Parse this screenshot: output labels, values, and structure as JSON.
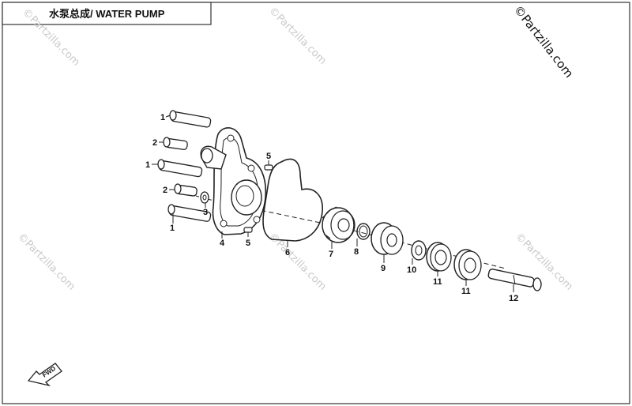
{
  "title": "水泵总成/ WATER PUMP",
  "brand": "©Partzilla.com",
  "watermark": "©Partzilla.com",
  "fwd_label": "FWD",
  "parts": [
    {
      "id": "part-1a",
      "num": "1",
      "name": "bolt"
    },
    {
      "id": "part-2a",
      "num": "2",
      "name": "bolt"
    },
    {
      "id": "part-1b",
      "num": "1",
      "name": "bolt"
    },
    {
      "id": "part-2b",
      "num": "2",
      "name": "bolt"
    },
    {
      "id": "part-1c",
      "num": "1",
      "name": "bolt"
    },
    {
      "id": "part-3",
      "num": "3",
      "name": "washer"
    },
    {
      "id": "part-4",
      "num": "4",
      "name": "pump-cover"
    },
    {
      "id": "part-5a",
      "num": "5",
      "name": "dowel-pin"
    },
    {
      "id": "part-5b",
      "num": "5",
      "name": "dowel-pin"
    },
    {
      "id": "part-6",
      "num": "6",
      "name": "gasket"
    },
    {
      "id": "part-7",
      "num": "7",
      "name": "impeller"
    },
    {
      "id": "part-8",
      "num": "8",
      "name": "o-ring"
    },
    {
      "id": "part-9",
      "num": "9",
      "name": "seal"
    },
    {
      "id": "part-10",
      "num": "10",
      "name": "washer"
    },
    {
      "id": "part-11a",
      "num": "11",
      "name": "bearing"
    },
    {
      "id": "part-11b",
      "num": "11",
      "name": "bearing"
    },
    {
      "id": "part-12",
      "num": "12",
      "name": "shaft"
    }
  ]
}
